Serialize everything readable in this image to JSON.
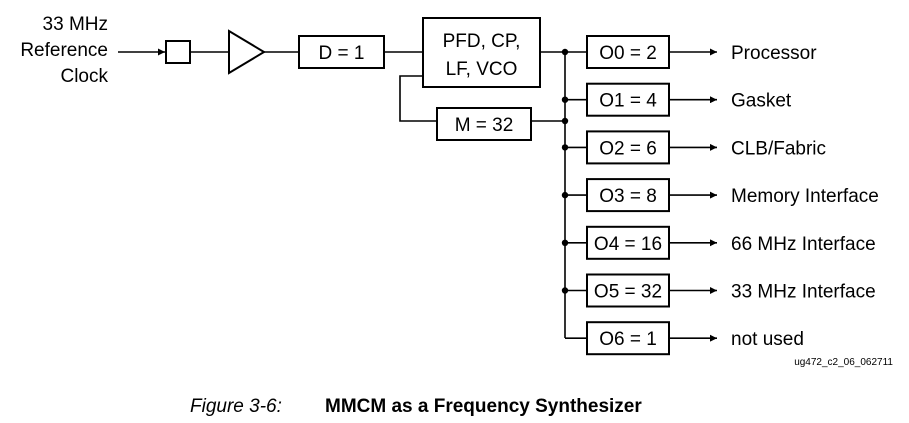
{
  "reference": {
    "line1": "33 MHz",
    "line2": "Reference",
    "line3": "Clock"
  },
  "blocks": {
    "divider": "D = 1",
    "core_line1": "PFD, CP,",
    "core_line2": "LF, VCO",
    "feedback": "M = 32"
  },
  "outputs": [
    {
      "counter": "O0 = 2",
      "destination": "Processor"
    },
    {
      "counter": "O1 = 4",
      "destination": "Gasket"
    },
    {
      "counter": "O2 = 6",
      "destination": "CLB/Fabric"
    },
    {
      "counter": "O3 = 8",
      "destination": "Memory Interface"
    },
    {
      "counter": "O4 = 16",
      "destination": "66 MHz Interface"
    },
    {
      "counter": "O5 = 32",
      "destination": "33 MHz Interface"
    },
    {
      "counter": "O6 = 1",
      "destination": "not used"
    }
  ],
  "figure_code": "ug472_c2_06_062711",
  "caption": {
    "prefix": "Figure 3-6:",
    "title": "MMCM as a Frequency Synthesizer"
  }
}
